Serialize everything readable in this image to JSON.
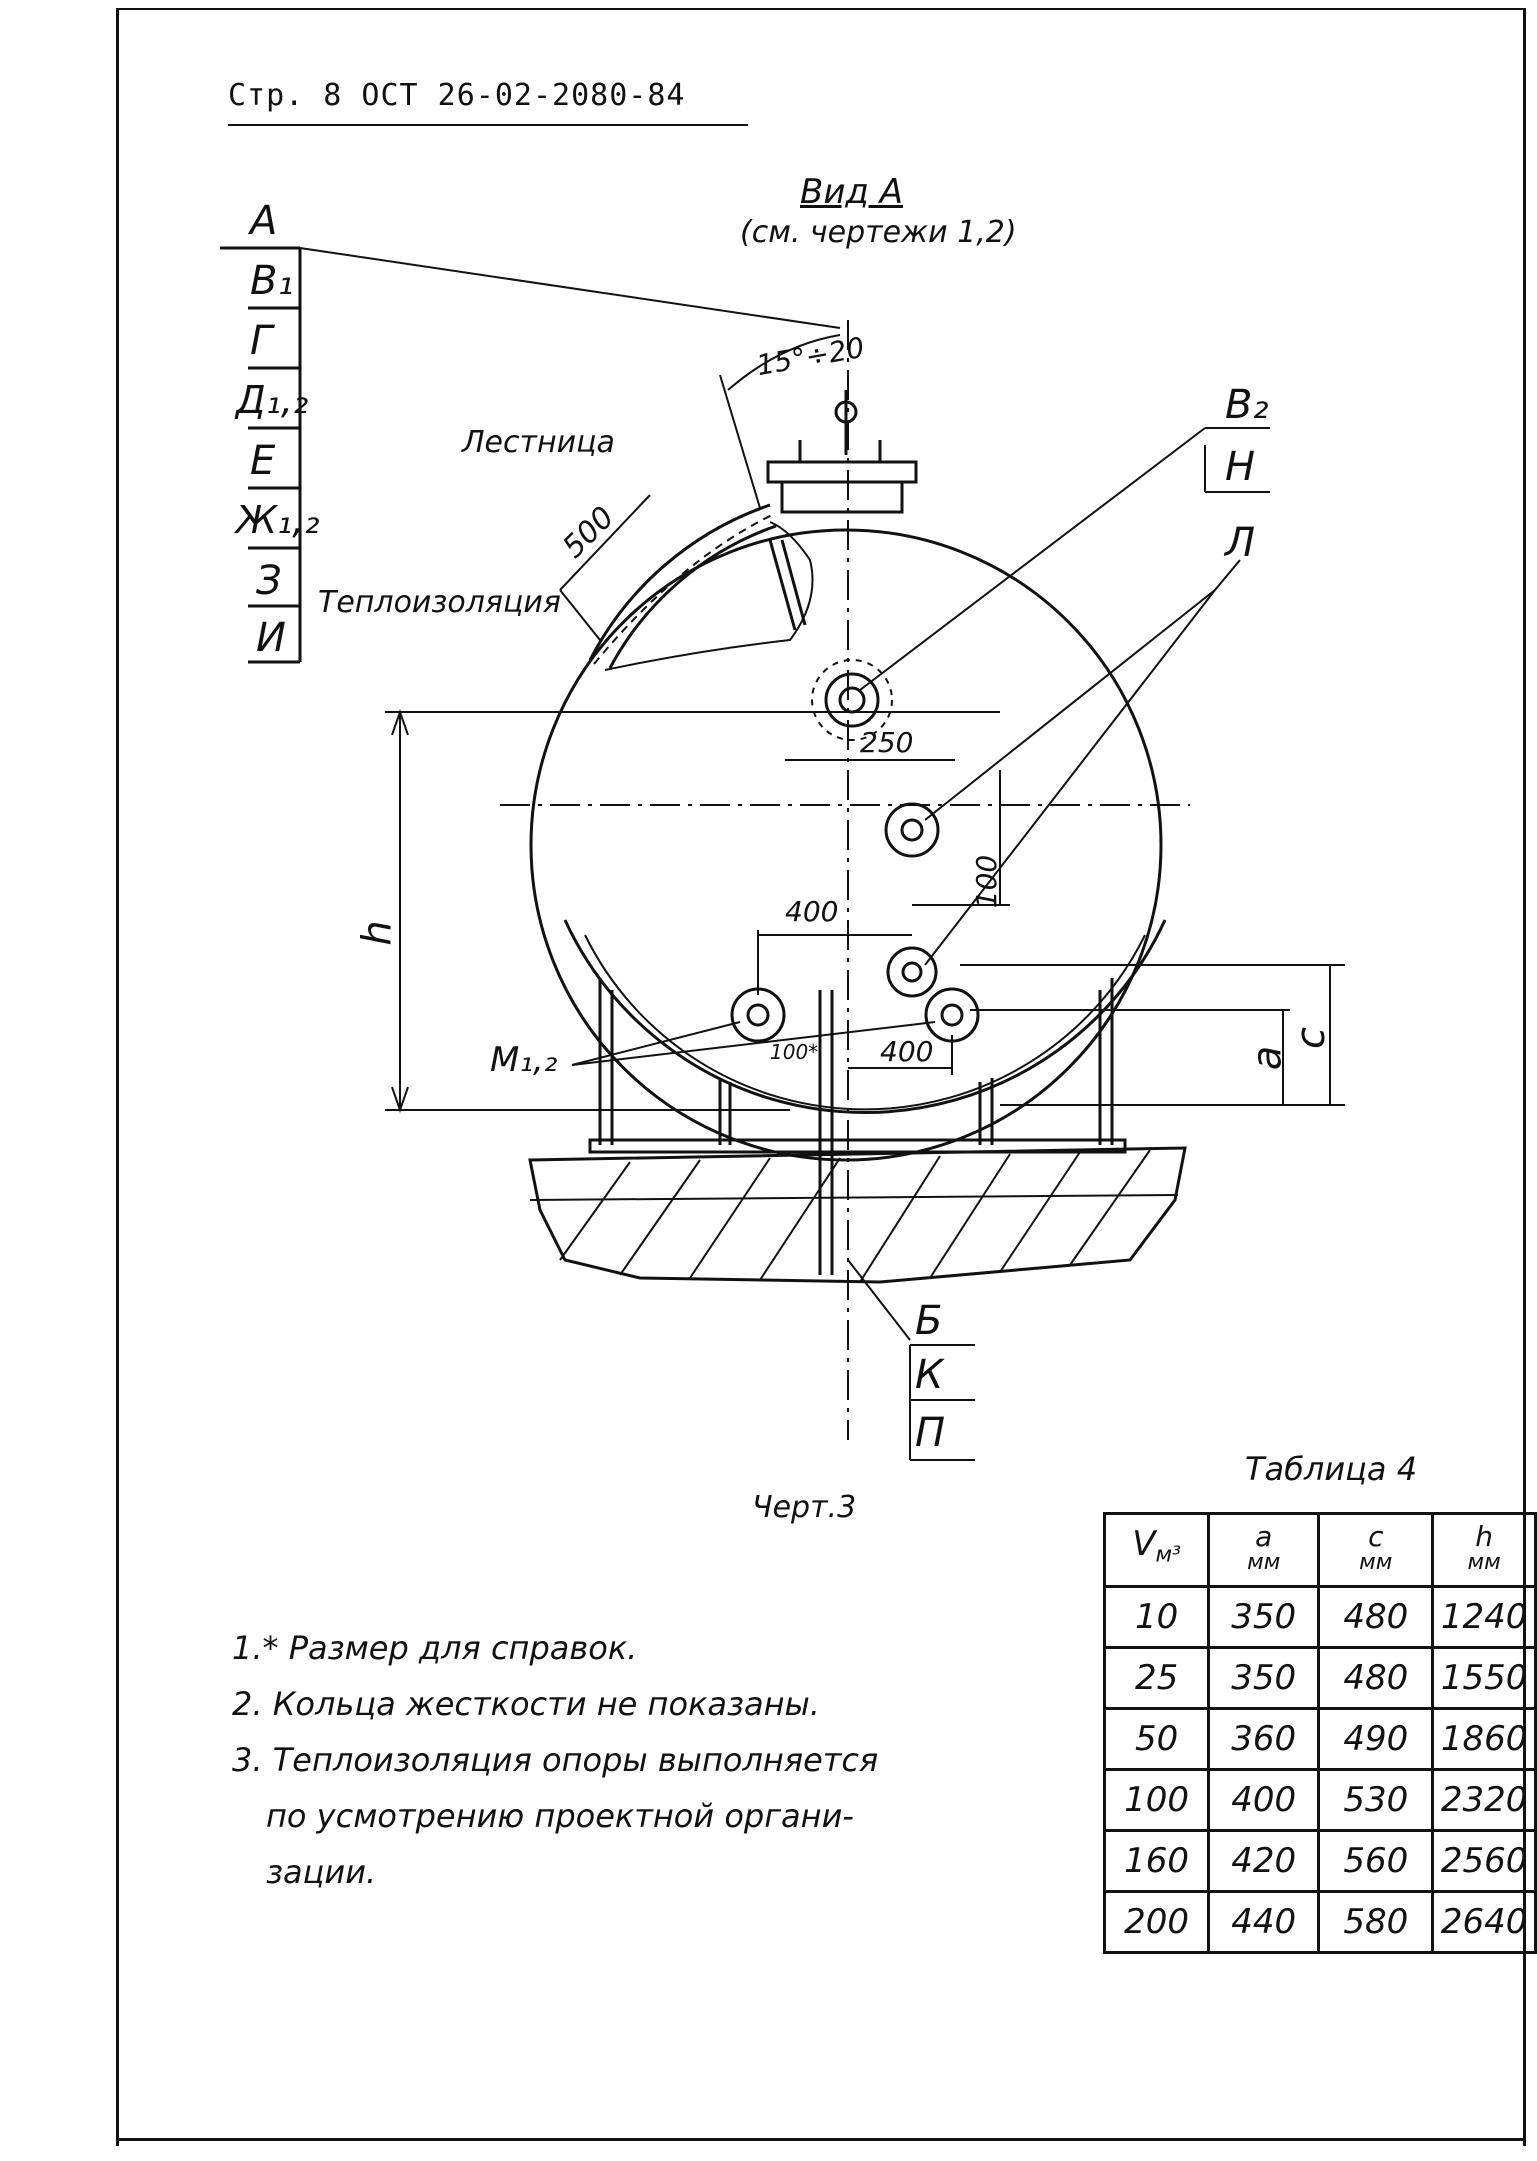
{
  "header": {
    "text": "Стр. 8 ОСТ 26-02-2080-84"
  },
  "view": {
    "title": "Вид А",
    "subtitle": "(см. чертежи 1,2)"
  },
  "left_labels": [
    "А",
    "В₁",
    "Г",
    "Д₁,₂",
    "Е",
    "Ж₁,₂",
    "З",
    "И"
  ],
  "right_top_labels": [
    "В₂",
    "Н"
  ],
  "label_L": "Л",
  "bottom_labels": [
    "Б",
    "К",
    "П"
  ],
  "callouts": {
    "ladder": "Лестница",
    "insulation": "Теплоизоляция",
    "m12": "М₁,₂"
  },
  "dimensions": {
    "angle": "15°÷20",
    "d500": "500",
    "d250": "250",
    "d100": "100",
    "d400_top": "400",
    "d100_star": "100*",
    "d400_bottom": "400",
    "h": "h",
    "a": "a",
    "c": "c"
  },
  "caption": "Черт.3",
  "table": {
    "title": "Таблица 4",
    "headers": [
      {
        "main": "V",
        "unit": "м³"
      },
      {
        "main": "a",
        "unit": "мм"
      },
      {
        "main": "c",
        "unit": "мм"
      },
      {
        "main": "h",
        "unit": "мм"
      }
    ],
    "rows": [
      [
        "10",
        "350",
        "480",
        "1240"
      ],
      [
        "25",
        "350",
        "480",
        "1550"
      ],
      [
        "50",
        "360",
        "490",
        "1860"
      ],
      [
        "100",
        "400",
        "530",
        "2320"
      ],
      [
        "160",
        "420",
        "560",
        "2560"
      ],
      [
        "200",
        "440",
        "580",
        "2640"
      ]
    ]
  },
  "notes": [
    "1.* Размер для справок.",
    "2. Кольца жесткости не показаны.",
    "3. Теплоизоляция опоры выполняется",
    "по усмотрению проектной органи-",
    "зации."
  ]
}
